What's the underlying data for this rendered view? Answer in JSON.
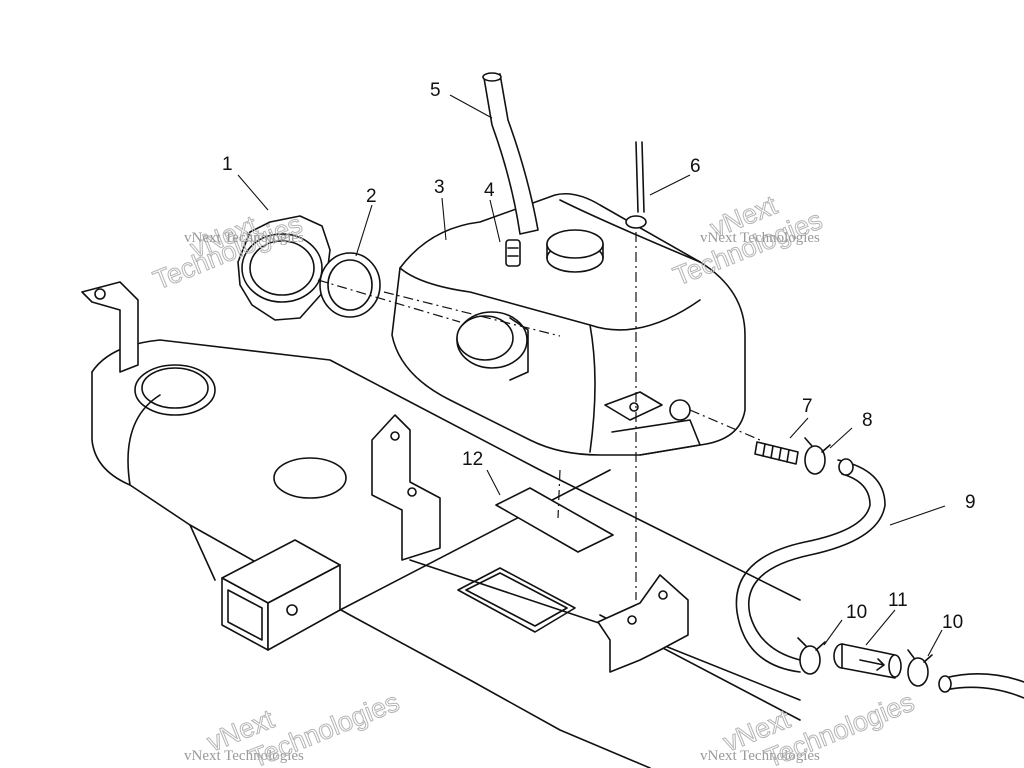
{
  "callouts": {
    "c1": "1",
    "c2": "2",
    "c3": "3",
    "c4": "4",
    "c5": "5",
    "c6": "6",
    "c7": "7",
    "c8": "8",
    "c9": "9",
    "c10a": "10",
    "c10b": "10",
    "c11": "11",
    "c12": "12"
  },
  "watermark": {
    "line1": "vNext",
    "line2": "Technologies",
    "small": "vNext Technologies"
  }
}
